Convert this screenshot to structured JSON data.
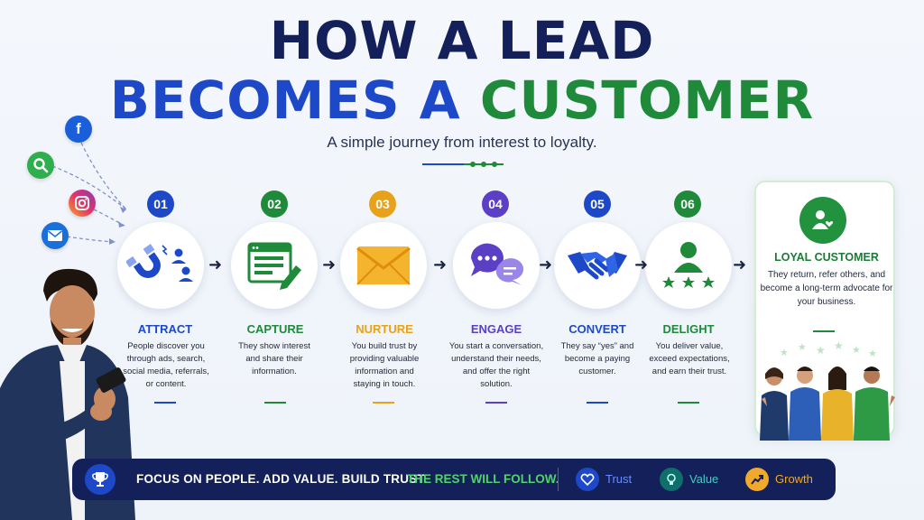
{
  "title": {
    "line1": "HOW A LEAD",
    "line2_part1": "BECOMES A",
    "line2_part2": "CUSTOMER"
  },
  "subtitle": "A simple journey from interest to loyalty.",
  "colors": {
    "navy": "#14205a",
    "blue": "#1d49c9",
    "green": "#1f8a3a",
    "orange": "#e8a21a",
    "purple": "#5b3fc4"
  },
  "sources": [
    {
      "name": "facebook-icon"
    },
    {
      "name": "search-icon"
    },
    {
      "name": "instagram-icon"
    },
    {
      "name": "email-icon"
    }
  ],
  "steps": [
    {
      "num": "01",
      "title": "ATTRACT",
      "desc": "People discover you through ads, search, social media, referrals, or content.",
      "color": "#1d49c9",
      "icon": "magnet-icon"
    },
    {
      "num": "02",
      "title": "CAPTURE",
      "desc": "They show interest and share their information.",
      "color": "#1f8a3a",
      "icon": "form-icon"
    },
    {
      "num": "03",
      "title": "NURTURE",
      "desc": "You build trust by providing valuable information and staying in touch.",
      "color": "#e8a21a",
      "icon": "envelope-icon"
    },
    {
      "num": "04",
      "title": "ENGAGE",
      "desc": "You start a conversation, understand their needs, and offer the right solution.",
      "color": "#5b3fc4",
      "icon": "chat-icon"
    },
    {
      "num": "05",
      "title": "CONVERT",
      "desc": "They say “yes” and become a paying customer.",
      "color": "#1d49c9",
      "icon": "handshake-icon"
    },
    {
      "num": "06",
      "title": "DELIGHT",
      "desc": "You deliver value, exceed expectations, and earn their trust.",
      "color": "#1f8a3a",
      "icon": "user-stars-icon"
    }
  ],
  "loyal": {
    "title": "LOYAL CUSTOMER",
    "desc": "They return, refer others, and become a long-term advocate for your business."
  },
  "bottom": {
    "focus": "FOCUS ON PEOPLE. ADD VALUE. BUILD TRUST.",
    "follow": "THE REST WILL FOLLOW.",
    "values": [
      {
        "label": "Trust",
        "icon": "heart-shield-icon",
        "color": "#6b8cff"
      },
      {
        "label": "Value",
        "icon": "lightbulb-icon",
        "color": "#3fd0c0"
      },
      {
        "label": "Growth",
        "icon": "chart-up-icon",
        "color": "#f0a92a"
      }
    ]
  }
}
